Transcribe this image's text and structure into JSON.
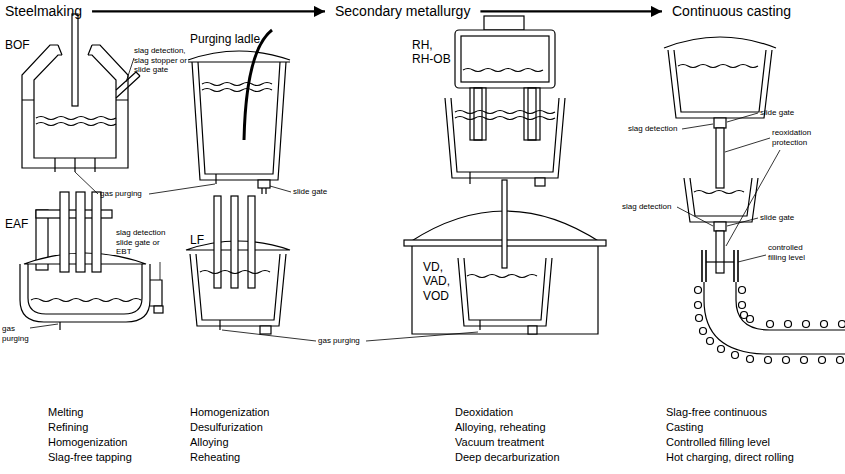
{
  "diagram": {
    "nodes": [
      {
        "text": [
          "Steelmaking"
        ]
      },
      {
        "text": [
          "Secondary metallurgy"
        ]
      },
      {
        "text": [
          "Continuous casting"
        ]
      },
      {
        "text": [
          "BOF"
        ]
      },
      {
        "text": [
          "Purging ladle"
        ]
      },
      {
        "text": [
          "RH, RH-OB"
        ]
      },
      {
        "text": [
          "EAF"
        ]
      },
      {
        "text": [
          "LF"
        ]
      },
      {
        "text": [
          "VD, VAD, VOD"
        ]
      }
    ],
    "edges": [
      {
        "from": 0,
        "to": 1,
        "arrow": "to"
      },
      {
        "from": 1,
        "to": 2,
        "arrow": "to"
      }
    ],
    "labels": [
      "slag detection, slag stopper or slide gate",
      "gas purging",
      "slide gate",
      "slag detection",
      "slide gate",
      "reoxidation protection",
      "slag detection",
      "slide gate",
      "controlled filling level",
      "slag detection slide gate or EBT",
      "gas purging",
      "gas purging",
      "Melting",
      "Refining",
      "Homogenization",
      "Slag-free tapping",
      "Homogenization",
      "Desulfurization",
      "Alloying",
      "Reheating",
      "Deoxidation",
      "Alloying, reheating",
      "Vacuum treatment",
      "Deep decarburization",
      "Slag-free continuous",
      "Casting",
      "Controlled filling level",
      "Hot charging, direct rolling"
    ]
  }
}
